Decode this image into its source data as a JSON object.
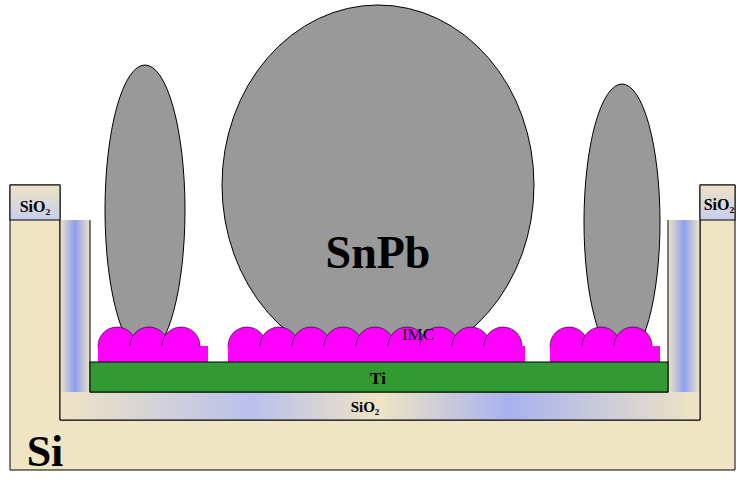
{
  "diagram": {
    "labels": [
      "SiO₂",
      "SiO₂",
      "SnPb",
      "IMC",
      "Ti",
      "SiO₂",
      "Si"
    ]
  }
}
